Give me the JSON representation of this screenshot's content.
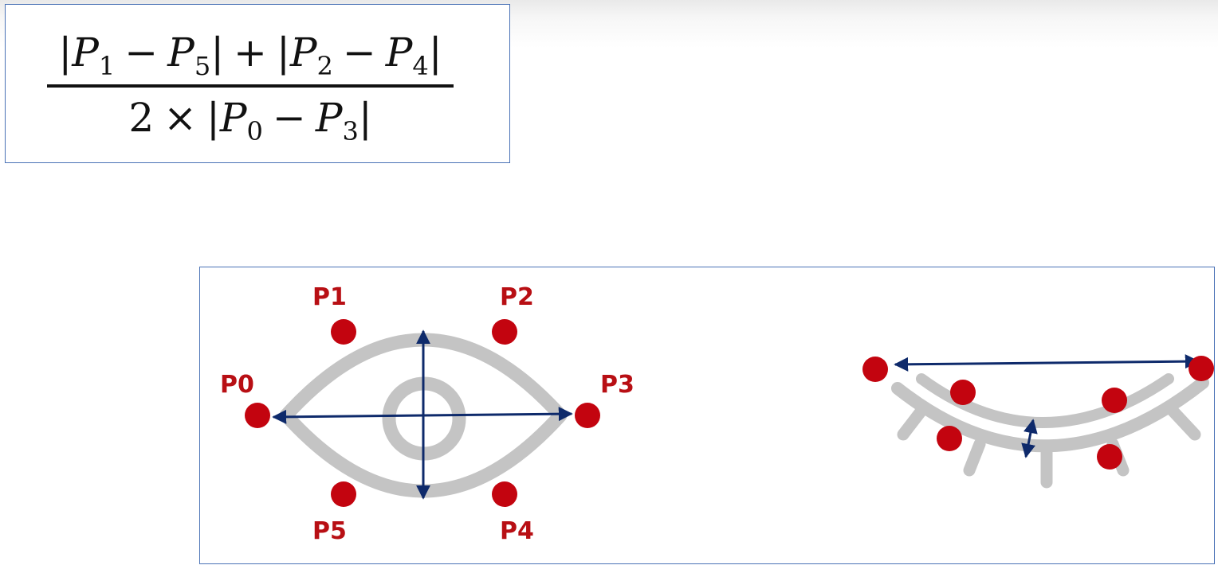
{
  "formula": {
    "numerator": {
      "open_bar": "|",
      "var_a": "P",
      "sub_a": "1",
      "minus_a": "−",
      "var_b": "P",
      "sub_b": "5",
      "close_bar_1": "|",
      "plus": "+",
      "open_bar_2": "|",
      "var_c": "P",
      "sub_c": "2",
      "minus_b": "−",
      "var_d": "P",
      "sub_d": "4",
      "close_bar_2": "|"
    },
    "denominator": {
      "two": "2",
      "times": "×",
      "open_bar": "|",
      "var_a": "P",
      "sub_a": "0",
      "minus": "−",
      "var_b": "P",
      "sub_b": "3",
      "close_bar": "|"
    }
  },
  "open_eye": {
    "labels": {
      "p0": "P0",
      "p1": "P1",
      "p2": "P2",
      "p3": "P3",
      "p4": "P4",
      "p5": "P5"
    }
  },
  "colors": {
    "landmark": "#c3040f",
    "label": "#b80f14",
    "eye_outline": "#c4c4c4",
    "arrow": "#0e2a6b",
    "border": "#4a72b6"
  }
}
